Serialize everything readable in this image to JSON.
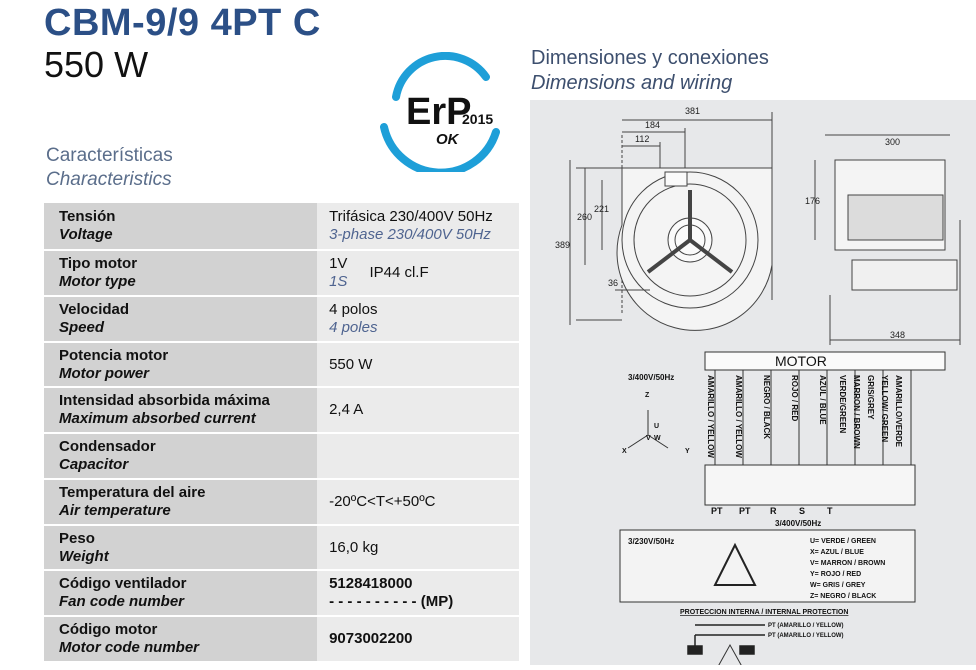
{
  "header": {
    "model": "CBM-9/9 4PT C",
    "power": "550 W"
  },
  "characteristics": {
    "es": "Características",
    "en": "Characteristics"
  },
  "diagram_heading": {
    "es": "Dimensiones y conexiones",
    "en": "Dimensions and wiring"
  },
  "erp": {
    "text": "ErP",
    "year": "2015",
    "status": "OK"
  },
  "specs": [
    {
      "es": "Tensión",
      "en": "Voltage",
      "value": "Trifásica 230/400V 50Hz",
      "value_en": "3-phase 230/400V 50Hz"
    },
    {
      "es": "Tipo motor",
      "en": "Motor type",
      "value": "1V",
      "value_en": "1S",
      "extra": "IP44  cl.F"
    },
    {
      "es": "Velocidad",
      "en": "Speed",
      "value": "4 polos",
      "value_en": "4 poles"
    },
    {
      "es": "Potencia motor",
      "en": "Motor power",
      "value": "550 W"
    },
    {
      "es": "Intensidad absorbida máxima",
      "en": "Maximum absorbed current",
      "value": "2,4 A"
    },
    {
      "es": "Condensador",
      "en": "Capacitor",
      "value": ""
    },
    {
      "es": "Temperatura del aire",
      "en": "Air temperature",
      "value": "-20ºC<T<+50ºC"
    },
    {
      "es": "Peso",
      "en": "Weight",
      "value": "16,0 kg"
    },
    {
      "es": "Código ventilador",
      "en": "Fan code number",
      "value": "5128418000",
      "value2": "- - - - - - - - - - (MP)"
    },
    {
      "es": "Código motor",
      "en": "Motor code number",
      "value": "9073002200"
    }
  ],
  "dimensions": {
    "d381": "381",
    "d184": "184",
    "d112": "112",
    "d300": "300",
    "d260": "260",
    "d221": "221",
    "d389": "389",
    "d176": "176",
    "d36": "36",
    "d348": "348"
  },
  "wiring": {
    "motor_label": "MOTOR",
    "supply_400": "3/400V/50Hz",
    "supply_230": "3/230V/50Hz",
    "wires": [
      "AMARILLO / YELLOW",
      "AMARILLO / YELLOW",
      "NEGRO / BLACK",
      "ROJO / RED",
      "AZUL / BLUE",
      "VERDE/GREEN",
      "MARRON / BROWN",
      "GRIS/GREY",
      "YELLOW/ GREEN",
      "AMARILLO/VERDE"
    ],
    "terminals": [
      "PT",
      "PT",
      "R",
      "S",
      "T"
    ],
    "terminal_supply": "3/400V/50Hz",
    "star": {
      "z": "Z",
      "u": "U",
      "v": "V",
      "w": "W",
      "x": "X",
      "y": "Y"
    },
    "legend": [
      "U= VERDE / GREEN",
      "X= AZUL / BLUE",
      "V= MARRON / BROWN",
      "Y= ROJO / RED",
      "W= GRIS / GREY",
      "Z= NEGRO / BLACK"
    ],
    "protection_title": "PROTECCION INTERNA / INTERNAL PROTECTION",
    "protection_wires": [
      "PT (AMARILLO / YELLOW)",
      "PT (AMARILLO / YELLOW)"
    ]
  },
  "colors": {
    "title_blue": "#2b4f86",
    "erp_blue": "#1e9fd8",
    "key_bg": "#d2d2d2",
    "value_bg": "#ebebeb",
    "panel_bg": "#e7e8ea"
  }
}
